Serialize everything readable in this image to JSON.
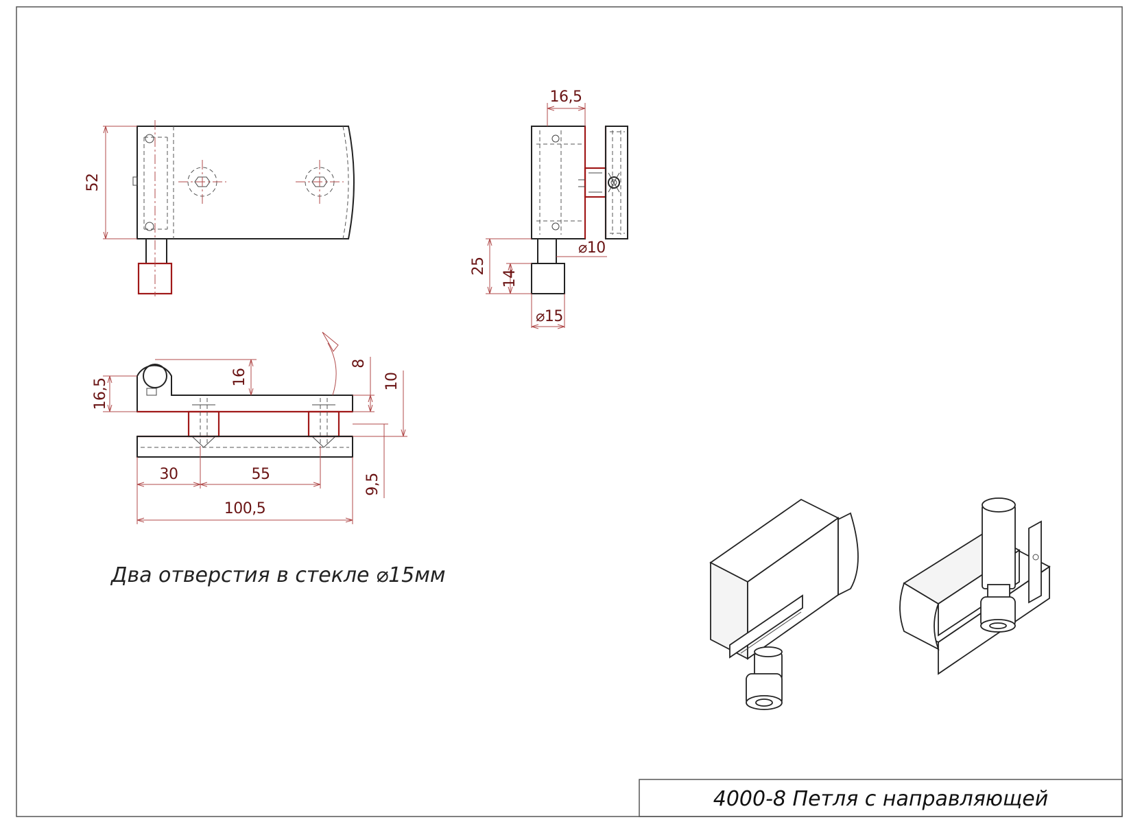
{
  "title_block": {
    "title": "4000-8 Петля с направляющей"
  },
  "note": "Два отверстия в стекле ⌀15мм",
  "dimensions": {
    "front_height": "52",
    "side_width": "16,5",
    "pin_diameter": "⌀10",
    "length_25": "25",
    "length_14": "14",
    "knob_diameter": "⌀15",
    "top_16_5": "16,5",
    "top_16": "16",
    "top_8": "8",
    "top_10": "10",
    "bottom_30": "30",
    "bottom_55": "55",
    "bottom_9_5": "9,5",
    "total_100_5": "100,5"
  },
  "colors": {
    "outline": "#222222",
    "accent": "#a01818",
    "dimension": "#b04a4a"
  }
}
